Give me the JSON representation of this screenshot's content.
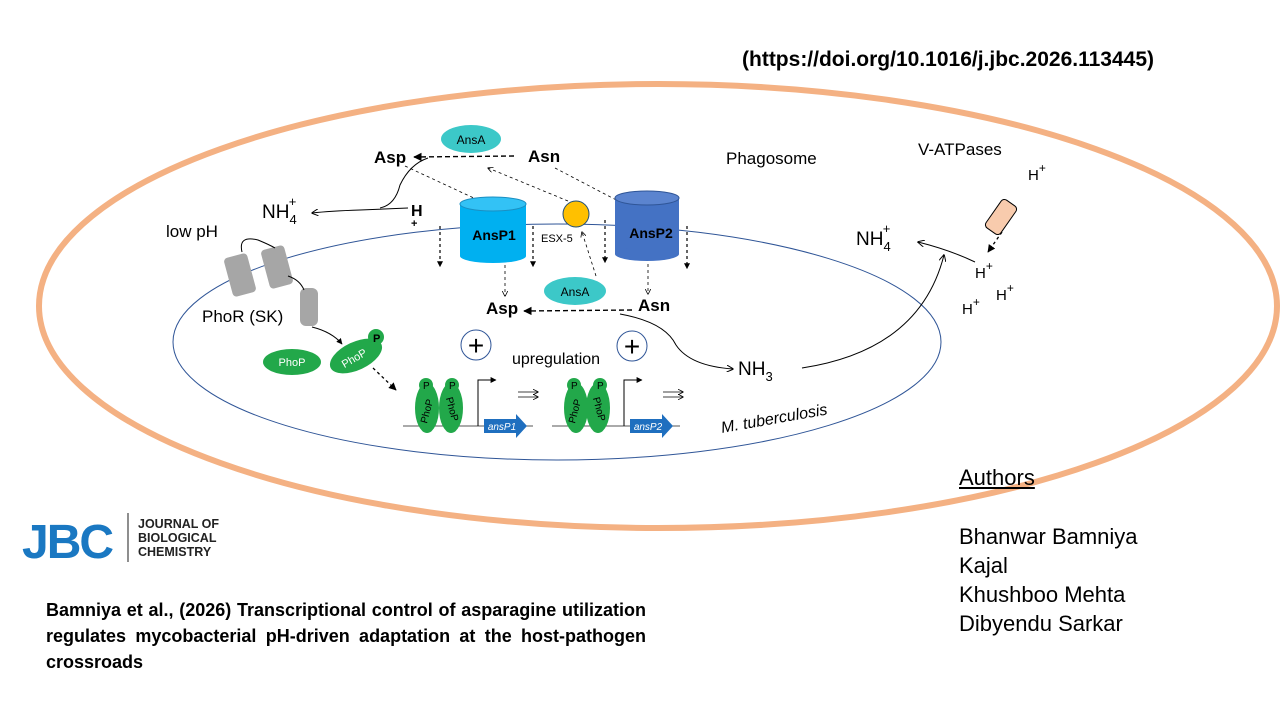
{
  "doi": "(https://doi.org/10.1016/j.jbc.2026.113445)",
  "diagram": {
    "phagosome": "Phagosome",
    "vatpases": "V-ATPases",
    "h": "H",
    "plus": "+",
    "nh4": "NH",
    "nh4_sub": "4",
    "nh3": "NH",
    "nh3_sub": "3",
    "low_ph": "low pH",
    "phor": "PhoR (SK)",
    "phop": "PhoP",
    "p": "P",
    "asp": "Asp",
    "asn": "Asn",
    "ansa": "AnsA",
    "ansp1": "AnsP1",
    "ansp2": "AnsP2",
    "esx5": "ESX-5",
    "upregulation": "upregulation",
    "mtb": "M. tuberculosis",
    "gene1": "ansP1",
    "gene2": "ansP2",
    "colors": {
      "phagosome": "#f4b183",
      "cell": "#2f5597",
      "ansp1": "#00b0f0",
      "ansp2": "#4472c4",
      "ansa": "#3cc8c8",
      "phop": "#22a84a",
      "esx": "#ffc000",
      "gene": "#1f6fbf"
    }
  },
  "authors": {
    "heading": "Authors",
    "names": [
      "Bhanwar Bamniya",
      "Kajal",
      "Khushboo Mehta",
      "Dibyendu Sarkar"
    ]
  },
  "logo": {
    "abbr": "JBC",
    "line1": "JOURNAL OF",
    "line2": "BIOLOGICAL",
    "line3": "CHEMISTRY"
  },
  "citation": "Bamniya et al., (2026) Transcriptional control of asparagine utilization regulates mycobacterial pH-driven adaptation at the host-pathogen crossroads"
}
